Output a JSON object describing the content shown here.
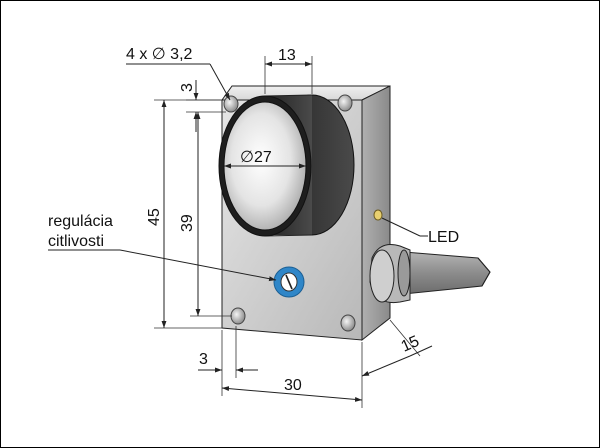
{
  "figure": {
    "labels": {
      "holes": "4 x ∅ 3,2",
      "dim_13": "13",
      "dim_3_top": "3",
      "dim_27": "∅27",
      "dim_45": "45",
      "dim_39": "39",
      "sensitivity_line1": "regulácia",
      "sensitivity_line2": "citlivosti",
      "led": "LED",
      "dim_3_bottom": "3",
      "dim_30": "30",
      "dim_15": "15"
    },
    "colors": {
      "border": "#000000",
      "body_front": "#c8c8c8",
      "body_side": "#9a9a9a",
      "lens_ring": "#333333",
      "adjuster": "#2f86c8",
      "led": "#e8d070",
      "cable": "#8c8c8c"
    }
  }
}
